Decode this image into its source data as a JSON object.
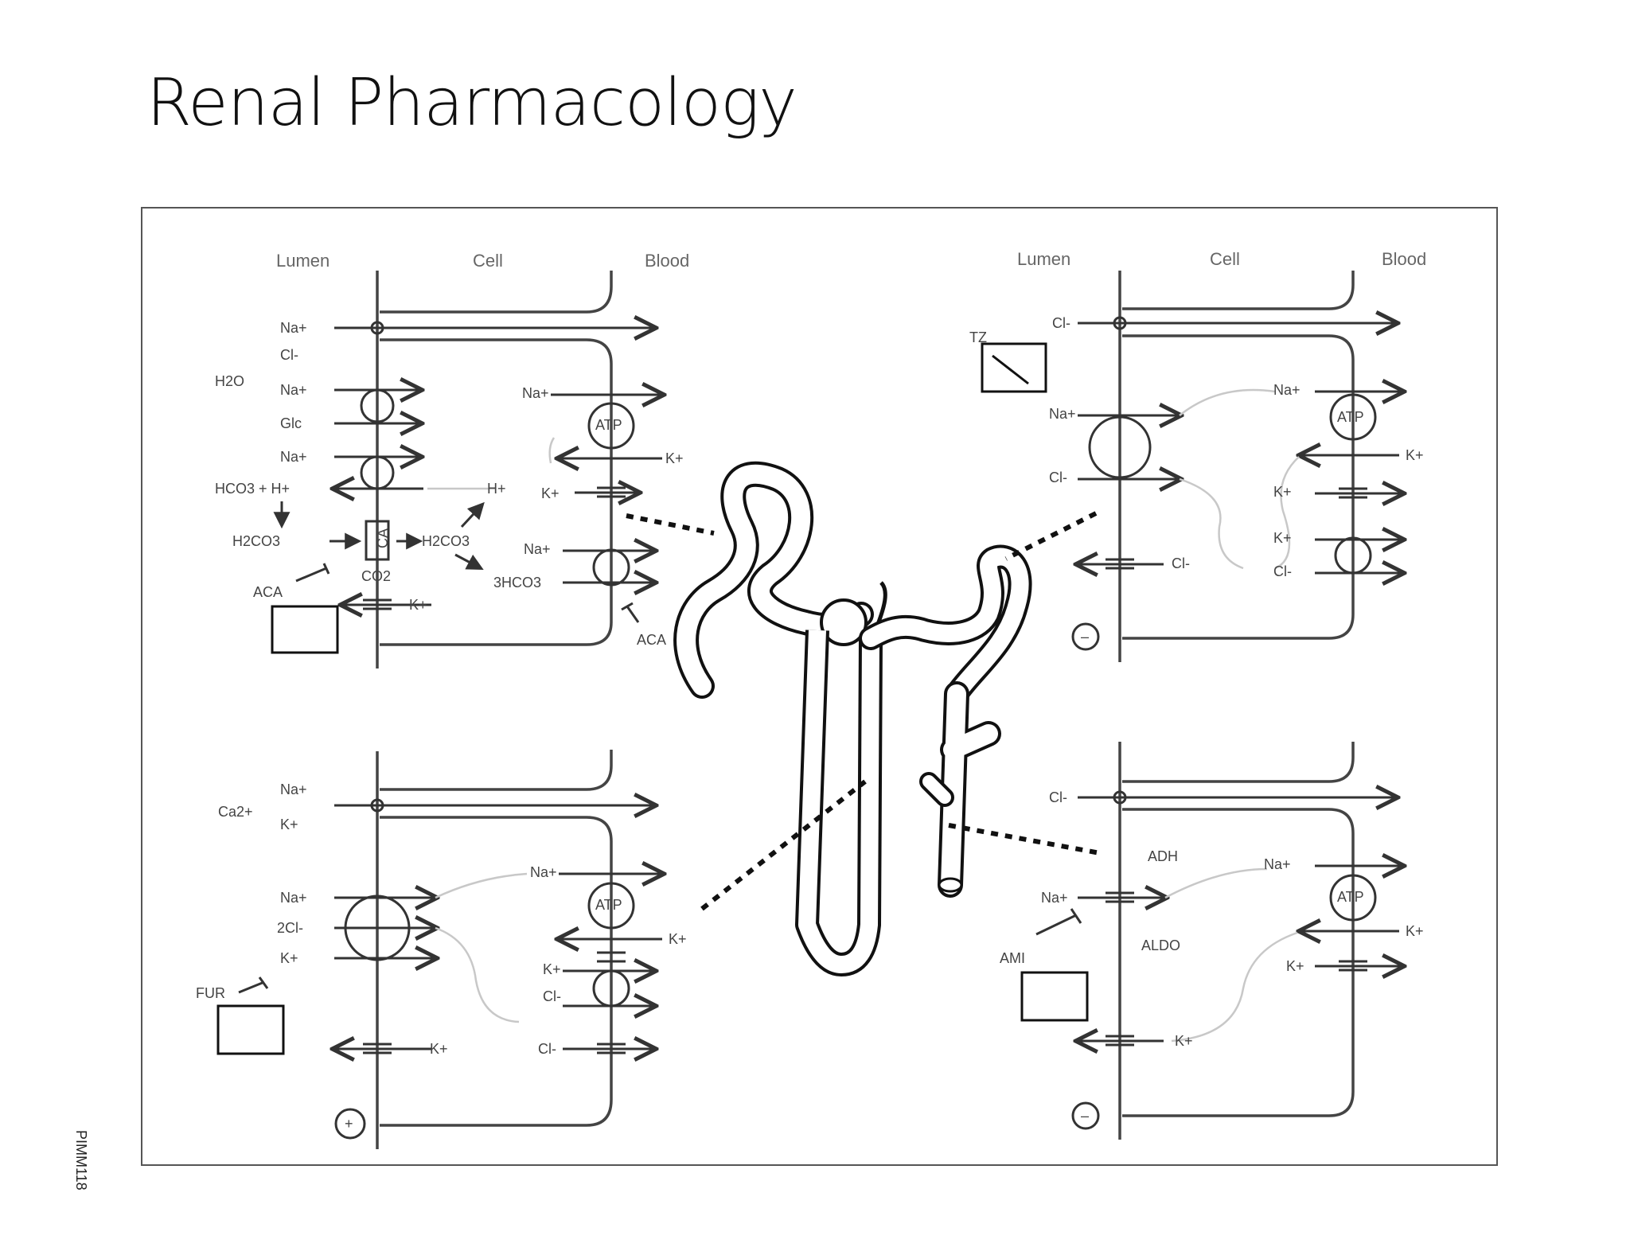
{
  "title": "Renal Pharmacology",
  "side_code": "PIMM118",
  "panels": {
    "proximal": {
      "headers": {
        "lumen": "Lumen",
        "cell": "Cell",
        "blood": "Blood"
      },
      "water": "H2O",
      "ions": {
        "na1": "Na+",
        "cl1": "Cl-",
        "na2": "Na+",
        "glc": "Glc",
        "na3": "Na+",
        "hco3_h": "HCO3 + H+",
        "h_plus": "H+",
        "h2co3_left": "H2CO3",
        "ca": "CA",
        "h2co3_right": "H2CO3",
        "co2": "CO2",
        "aca_left": "ACA",
        "k_lumen": "K+",
        "na_pump": "Na+",
        "atp": "ATP",
        "k_pump": "K+",
        "k_channel": "K+",
        "na_basal": "Na+",
        "hco3_basal": "3HCO3",
        "aca_right": "ACA"
      }
    },
    "distal": {
      "headers": {
        "lumen": "Lumen",
        "cell": "Cell",
        "blood": "Blood"
      },
      "ions": {
        "cl_para": "Cl-",
        "tz": "TZ",
        "na_lumen": "Na+",
        "cl_lumen": "Cl-",
        "cl_exit": "Cl-",
        "na_pump": "Na+",
        "atp": "ATP",
        "k_pump": "K+",
        "k_basal1": "K+",
        "k_basal2": "K+",
        "cl_basal": "Cl-",
        "charge": "–"
      }
    },
    "loop": {
      "ions": {
        "na_para": "Na+",
        "ca_para": "Ca2+",
        "k_para": "K+",
        "na_lumen": "Na+",
        "cl_lumen": "2Cl-",
        "k_lumen": "K+",
        "fur": "FUR",
        "k_exit": "K+",
        "na_pump": "Na+",
        "atp": "ATP",
        "k_pump": "K+",
        "k_basal": "K+",
        "cl_basal": "Cl-",
        "cl_channel": "Cl-",
        "charge": "+"
      }
    },
    "collecting": {
      "ions": {
        "cl_para": "Cl-",
        "adh": "ADH",
        "na_lumen": "Na+",
        "ami": "AMI",
        "aldo": "ALDO",
        "k_exit": "K+",
        "na_pump": "Na+",
        "atp": "ATP",
        "k_pump": "K+",
        "k_channel": "K+",
        "charge": "–"
      }
    }
  }
}
